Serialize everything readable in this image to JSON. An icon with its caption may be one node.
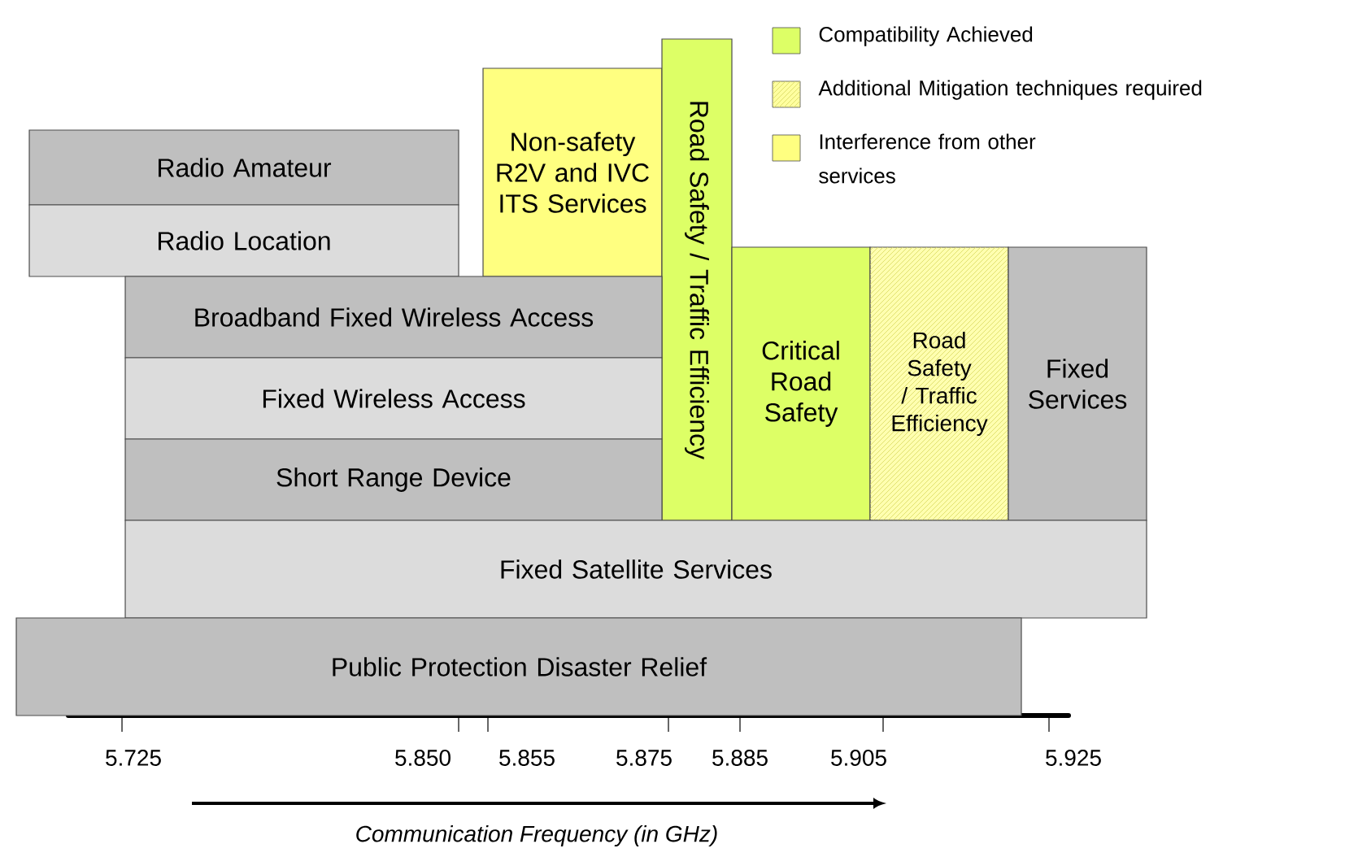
{
  "diagram": {
    "nodes": [
      {
        "text": [
          "Radio Amateur"
        ]
      },
      {
        "text": [
          "Radio Location"
        ]
      },
      {
        "text": [
          "Non-safety R2V and IVC ITS Services"
        ]
      },
      {
        "text": [
          "Road Safety / Traffic Efficiency"
        ]
      },
      {
        "text": [
          "Broadband Fixed Wireless Access"
        ]
      },
      {
        "text": [
          "Fixed Wireless Access"
        ]
      },
      {
        "text": [
          "Short Range Device"
        ]
      },
      {
        "text": [
          "Critical Road Safety"
        ]
      },
      {
        "text": [
          "Road Safety / Traffic Efficiency"
        ]
      },
      {
        "text": [
          "Fixed Services"
        ]
      },
      {
        "text": [
          "Fixed Satellite Services"
        ]
      },
      {
        "text": [
          "Public Protection Disaster Relief"
        ]
      }
    ],
    "labels": [
      "5.725",
      "5.850",
      "5.855",
      "5.875",
      "5.885",
      "5.905",
      "5.925",
      "Communication Frequency (in GHz)"
    ],
    "legend": [
      {
        "text": "Compatibility Achieved",
        "color": "#ddff66"
      },
      {
        "text": "Additional Mitigation techniques required",
        "color": "#ffffa0"
      },
      {
        "text": "Interference from other services",
        "color": "#ffff80"
      }
    ]
  }
}
